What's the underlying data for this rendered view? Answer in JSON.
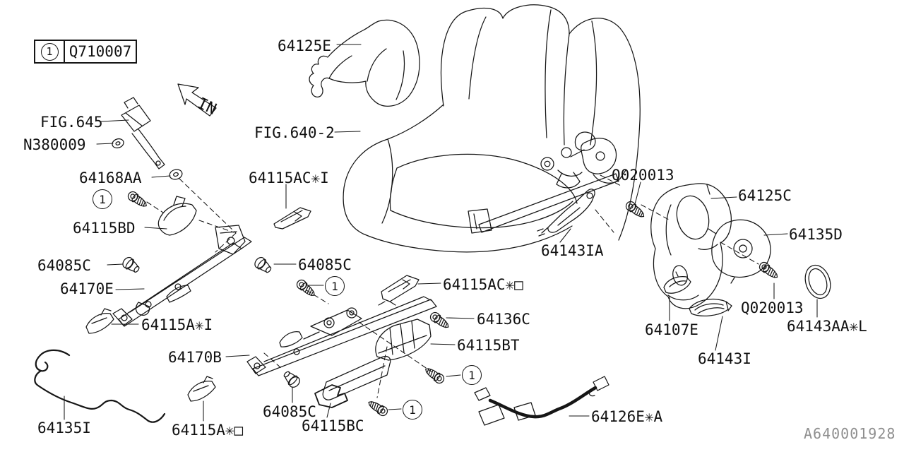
{
  "ref_box": {
    "number": "1",
    "code": "Q710007"
  },
  "callout_number": "1",
  "direction_label": "IN",
  "footer_code": "A640001928",
  "labels": {
    "fig645": "FIG.645",
    "n380009": "N380009",
    "p64168AA": "64168AA",
    "p64115BD": "64115BD",
    "p64115AC_I": "64115AC✳I",
    "p64085C": "64085C",
    "p64170E": "64170E",
    "p64115A_I": "64115A✳I",
    "p64135I": "64135I",
    "p64170B": "64170B",
    "p64115AC_SQ": "64115AC✳□",
    "p64136C": "64136C",
    "p64115BT": "64115BT",
    "p64115BC": "64115BC",
    "p64115A_SQ": "64115A✳□",
    "p64126E_A": "64126E✳A",
    "p64125E": "64125E",
    "fig640_2": "FIG.640-2",
    "q020013": "Q020013",
    "p64125C": "64125C",
    "p64143IA": "64143IA",
    "p64135D": "64135D",
    "p64143AA_L": "64143AA✳L",
    "p64107E": "64107E",
    "p64143I": "64143I"
  },
  "colors": {
    "line": "#161616",
    "label": "#111111",
    "footer": "#8f8f8f",
    "background": "#ffffff"
  }
}
